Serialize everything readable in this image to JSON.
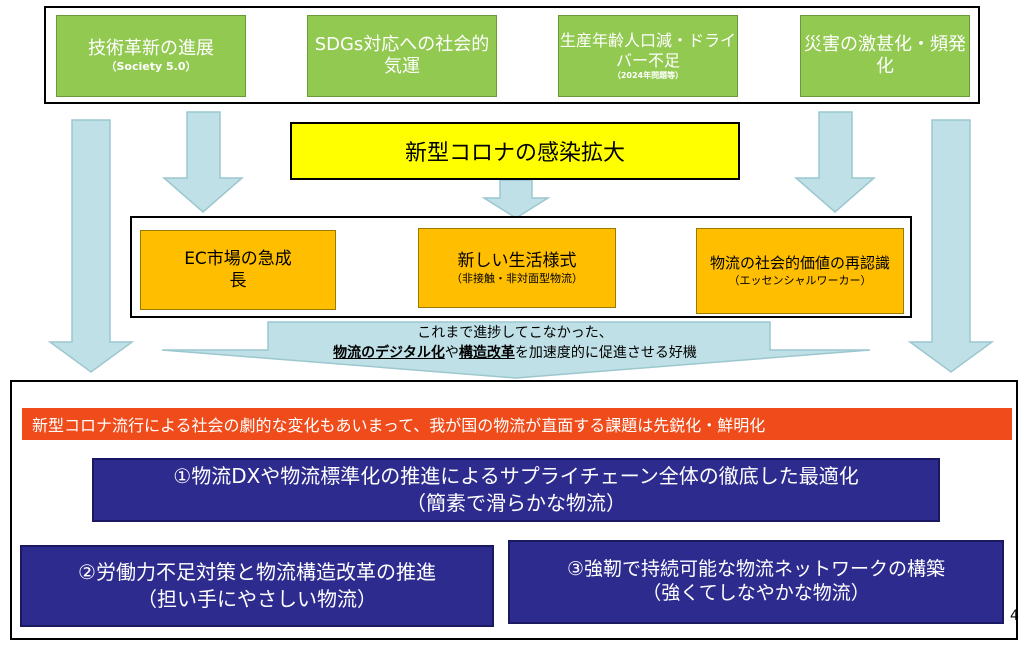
{
  "factors": [
    {
      "main": "技術革新の進展",
      "sub": "（Society 5.0）",
      "tiny": ""
    },
    {
      "main": "SDGs対応への社会的気運",
      "sub": "",
      "tiny": ""
    },
    {
      "main": "生産年齢人口減・ドライバー不足",
      "sub": "",
      "tiny": "（2024年問題等）"
    },
    {
      "main": "災害の激甚化・頻発化",
      "sub": "",
      "tiny": ""
    }
  ],
  "corona": "新型コロナの感染拡大",
  "effects": [
    {
      "main": "EC市場の急成長",
      "sub": ""
    },
    {
      "main": "新しい生活様式",
      "sub": "（非接触・非対面型物流）"
    },
    {
      "main": "物流の社会的価値の再認識",
      "sub": "（エッセンシャルワーカー）"
    }
  ],
  "banner": {
    "line1": "これまで進捗してこなかった、",
    "dx": "物流のデジタル化",
    "ya": "や",
    "reform": "構造改革",
    "rest": "を加速度的に促進させる好機"
  },
  "issue_heading": "新型コロナ流行による社会の劇的な変化もあいまって、我が国の物流が直面する課題は先鋭化・鮮明化",
  "goals": [
    {
      "title": "①物流DXや物流標準化の推進によるサプライチェーン全体の徹底した最適化",
      "sub": "（簡素で滑らかな物流）"
    },
    {
      "title": "②労働力不足対策と物流構造改革の推進",
      "sub": "（担い手にやさしい物流）"
    },
    {
      "title": "③強靭で持続可能な物流ネットワークの構築",
      "sub": "（強くてしなやかな物流）"
    }
  ],
  "page_number": "4",
  "colors": {
    "green": "#92c950",
    "yellow": "#ffff00",
    "orange": "#ffbf00",
    "red": "#f04b1a",
    "navy": "#2e2b8f",
    "arrow": "#bfe0e6"
  }
}
